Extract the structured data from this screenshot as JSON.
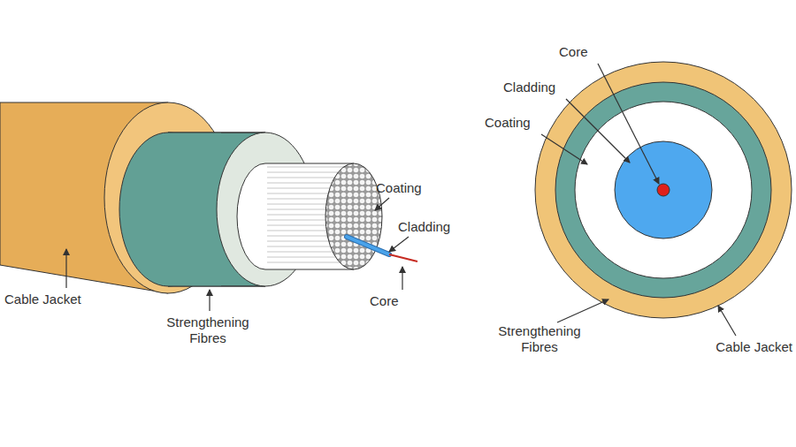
{
  "diagram": {
    "labels": [
      "Coating",
      "Cladding",
      "Core",
      "Cable Jacket",
      "Strengthening Fibres",
      "Core",
      "Cladding",
      "Coating",
      "Strengthening Fibres",
      "Cable Jacket"
    ]
  }
}
